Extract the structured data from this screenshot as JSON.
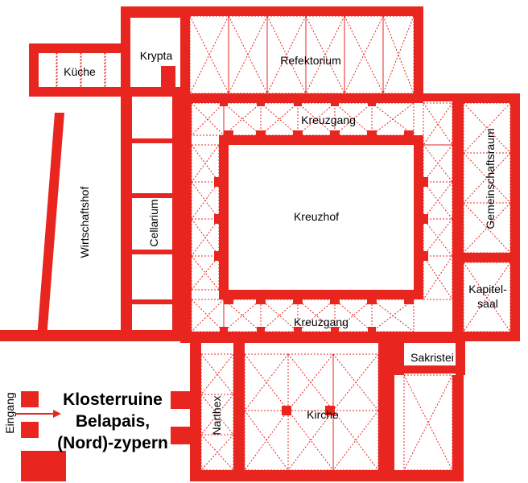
{
  "title": {
    "line1": "Klosterruine",
    "line2": "Belapais,",
    "line3": "(Nord)-zypern"
  },
  "rooms": {
    "kueche": "Küche",
    "krypta": "Krypta",
    "refektorium": "Refektorium",
    "kreuzgang_north": "Kreuzgang",
    "kreuzgang_south": "Kreuzgang",
    "gemeinschaftsraum": "Gemeinschaftsraum",
    "wirtschaftshof": "Wirtschaftshof",
    "cellarium": "Cellarium",
    "kreuzhof": "Kreuzhof",
    "kapitelsaal_1": "Kapitel-",
    "kapitelsaal_2": "saal",
    "sakristei": "Sakristei",
    "narthex": "Narthex",
    "kirche": "Kirche",
    "eingang": "Eingang"
  },
  "colors": {
    "wall": "#e8251f",
    "hatch": "#e8251f",
    "background": "#ffffff"
  }
}
